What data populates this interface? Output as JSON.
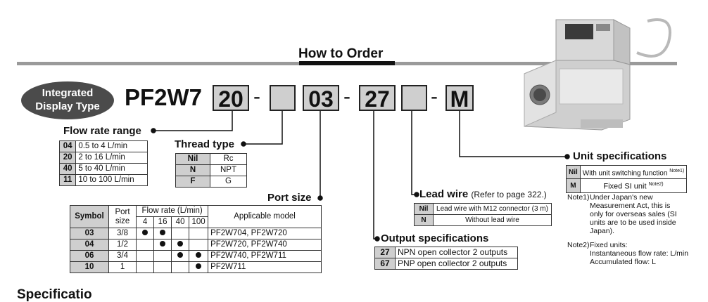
{
  "section_title": "How to Order",
  "badge": {
    "line1": "Integrated",
    "line2": "Display Type"
  },
  "order_code": {
    "prefix": "PF2W7",
    "flow": "20",
    "thread": "",
    "port": "03",
    "output": "27",
    "lead": "",
    "unit": "M",
    "sep": "-"
  },
  "flow_rate_range": {
    "title": "Flow rate range",
    "rows": [
      {
        "code": "04",
        "desc": "0.5 to 4 L/min"
      },
      {
        "code": "20",
        "desc": "2 to 16 L/min"
      },
      {
        "code": "40",
        "desc": "5 to 40 L/min"
      },
      {
        "code": "11",
        "desc": "10 to 100 L/min"
      }
    ]
  },
  "thread_type": {
    "title": "Thread type",
    "rows": [
      {
        "code": "Nil",
        "desc": "Rc"
      },
      {
        "code": "N",
        "desc": "NPT"
      },
      {
        "code": "F",
        "desc": "G"
      }
    ]
  },
  "port_size": {
    "title": "Port size",
    "headers": {
      "symbol": "Symbol",
      "port1": "Port",
      "port2": "size",
      "flow": "Flow rate (L/min)",
      "model": "Applicable model"
    },
    "flow_cols": [
      "4",
      "16",
      "40",
      "100"
    ],
    "rows": [
      {
        "symbol": "03",
        "size": "3/8",
        "dots": [
          true,
          true,
          false,
          false
        ],
        "model": "PF2W704, PF2W720"
      },
      {
        "symbol": "04",
        "size": "1/2",
        "dots": [
          false,
          true,
          true,
          false
        ],
        "model": "PF2W720, PF2W740"
      },
      {
        "symbol": "06",
        "size": "3/4",
        "dots": [
          false,
          false,
          true,
          true
        ],
        "model": "PF2W740, PF2W711"
      },
      {
        "symbol": "10",
        "size": "1",
        "dots": [
          false,
          false,
          false,
          true
        ],
        "model": "PF2W711"
      }
    ]
  },
  "lead_wire": {
    "title": "Lead wire",
    "ref": "(Refer to page 322.)",
    "rows": [
      {
        "code": "Nil",
        "desc": "Lead wire with M12 connector (3 m)"
      },
      {
        "code": "N",
        "desc": "Without lead wire"
      }
    ]
  },
  "output_spec": {
    "title": "Output specifications",
    "rows": [
      {
        "code": "27",
        "desc": "NPN open collector 2 outputs"
      },
      {
        "code": "67",
        "desc": "PNP open collector 2 outputs"
      }
    ]
  },
  "unit_spec": {
    "title": "Unit specifications",
    "rows": [
      {
        "code": "Nil",
        "desc": "With unit switching function",
        "note": "Note1)"
      },
      {
        "code": "M",
        "desc": "Fixed SI unit",
        "note": "Note2)"
      }
    ]
  },
  "notes": {
    "note1_label": "Note1)",
    "note1_lines": [
      "Under Japan's new",
      "Measurement Act, this is",
      "only for overseas sales (SI",
      "units are to be used inside",
      "Japan)."
    ],
    "note2_label": "Note2)",
    "note2_head": "Fixed units:",
    "note2_lines": [
      "Instantaneous flow rate: L/min",
      "Accumulated flow: L"
    ]
  },
  "next_section_partial": "Specificatio"
}
